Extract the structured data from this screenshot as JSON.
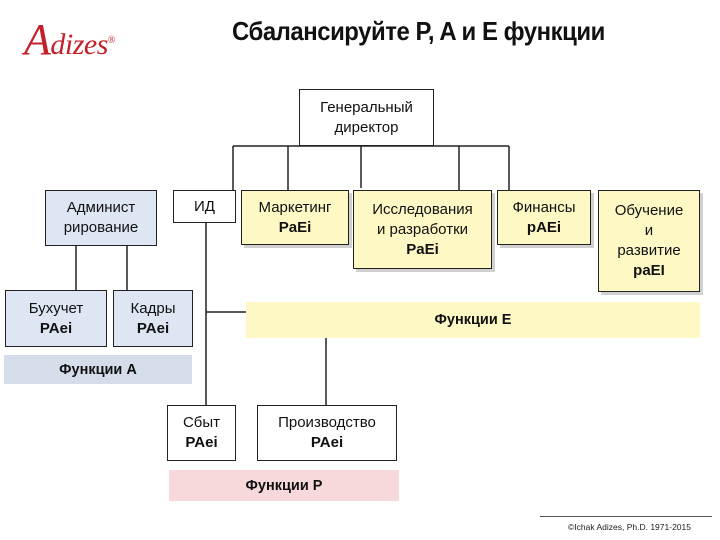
{
  "logo": {
    "text": "Adizes",
    "reg": "®"
  },
  "title": "Сбалансируйте P, A и E функции",
  "boxes": {
    "ceo": [
      "Генеральный",
      "директор"
    ],
    "admin": [
      "Админист",
      "рирование"
    ],
    "id": [
      "ИД"
    ],
    "marketing": {
      "lines": [
        "Маркетинг"
      ],
      "code": "PaEi"
    },
    "research": {
      "lines": [
        "Исследования",
        "и разработки"
      ],
      "code": "PaEi"
    },
    "finance": {
      "lines": [
        "Финансы"
      ],
      "code": "pAEi"
    },
    "training": {
      "lines": [
        "Обучение",
        "и",
        "развитие"
      ],
      "code": "paEI"
    },
    "accounting": {
      "lines": [
        "Бухучет"
      ],
      "code": "PAei"
    },
    "hr": {
      "lines": [
        "Кадры"
      ],
      "code": "PAei"
    },
    "sales": {
      "lines": [
        "Сбыт"
      ],
      "code": "PAei"
    },
    "production": {
      "lines": [
        "Производство"
      ],
      "code": "PAei"
    }
  },
  "bands": {
    "e": "Функции E",
    "a": "Функции А",
    "p": "Функции P"
  },
  "footer": "©Ichak Adizes, Ph.D. 1971-2015",
  "colors": {
    "yellow_fill": "#fdf8c4",
    "blue_fill": "#dde6f2",
    "pink_band": "#f7d9dc",
    "blue_band": "#d4dde9",
    "logo_red": "#c51f2a"
  }
}
